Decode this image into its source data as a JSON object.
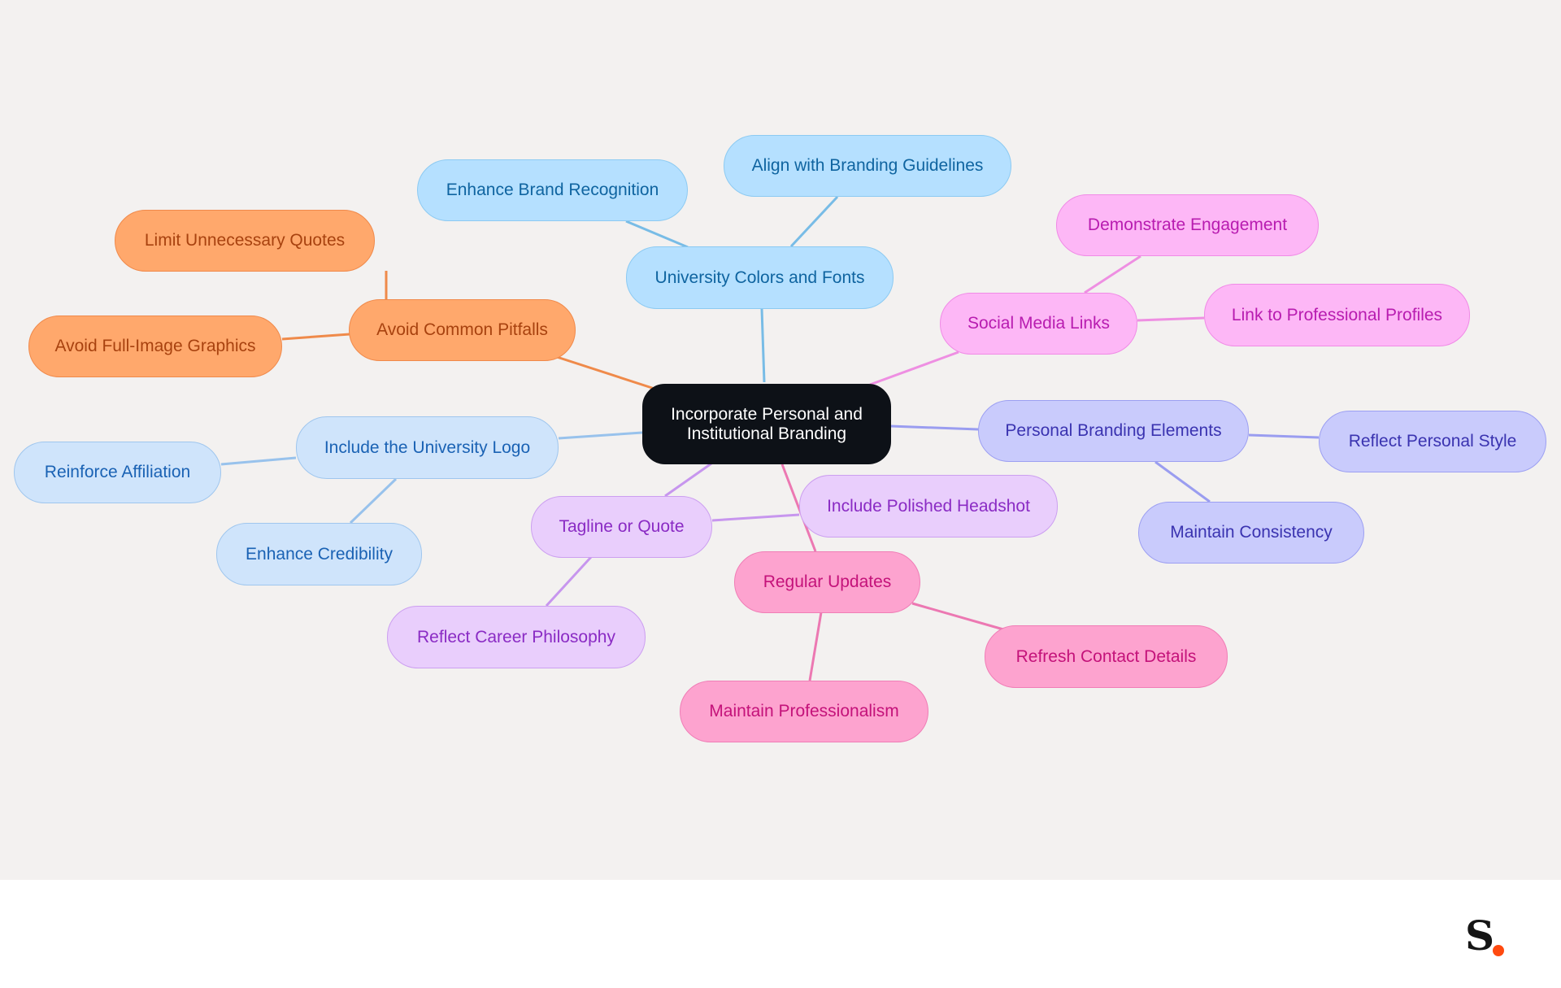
{
  "mindmap": {
    "root": {
      "label": "Incorporate Personal and\nInstitutional Branding"
    },
    "branches": [
      {
        "label": "Avoid Common Pitfalls",
        "children": [
          "Limit Unnecessary Quotes",
          "Avoid Full-Image Graphics"
        ]
      },
      {
        "label": "University Colors and Fonts",
        "children": [
          "Enhance Brand Recognition",
          "Align with Branding Guidelines"
        ]
      },
      {
        "label": "Social Media Links",
        "children": [
          "Demonstrate Engagement",
          "Link to Professional Profiles"
        ]
      },
      {
        "label": "Personal Branding Elements",
        "children": [
          "Reflect Personal Style",
          "Maintain Consistency"
        ]
      },
      {
        "label": "Include the University Logo",
        "children": [
          "Reinforce Affiliation",
          "Enhance Credibility"
        ]
      },
      {
        "label": "Tagline or Quote",
        "children": [
          "Include Polished Headshot",
          "Reflect Career Philosophy"
        ]
      },
      {
        "label": "Regular Updates",
        "children": [
          "Refresh Contact Details",
          "Maintain Professionalism"
        ]
      }
    ]
  },
  "colors": {
    "background": "#f3f1f0",
    "root": "#0d1117",
    "orange": "#ffa86c",
    "sky": "#b5e0ff",
    "light_blue": "#cfe4fb",
    "pink": "#fdb7f6",
    "indigo": "#c9cbfc",
    "violet": "#e9cefc",
    "rose": "#fda3cf",
    "logo_dot": "#ff4a0f"
  },
  "logo": {
    "letter": "S"
  }
}
